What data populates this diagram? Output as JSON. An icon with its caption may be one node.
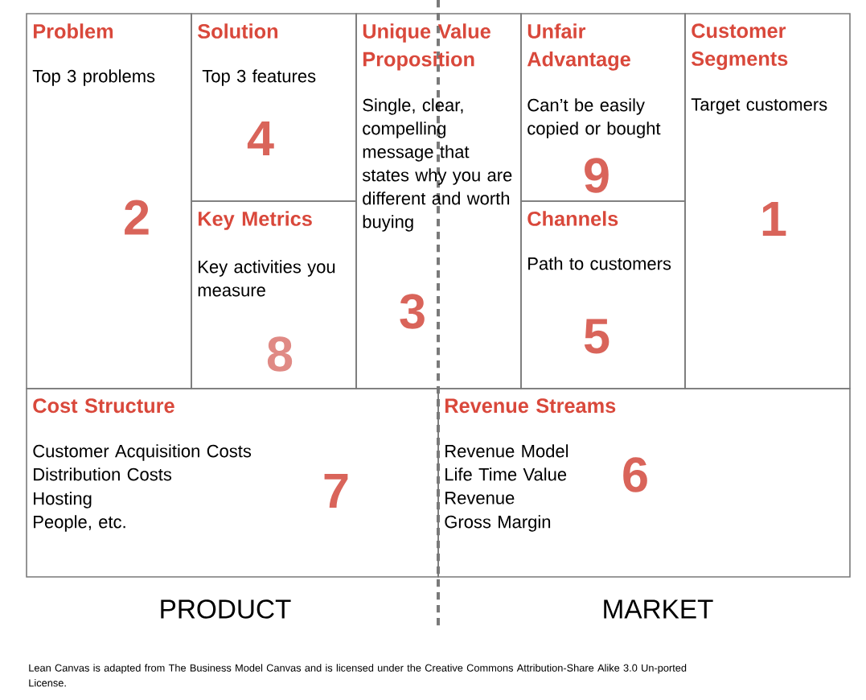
{
  "diagram": {
    "caption": "Lean Canvas is adapted from The Business Model Canvas and is licensed under the Creative Commons Attribution-Share Alike 3.0 Un-ported License.",
    "nodes": [
      {
        "text": [
          "Problem",
          "Top 3 problems",
          "2"
        ]
      },
      {
        "text": [
          "Solution",
          "Top 3 features",
          "4"
        ]
      },
      {
        "text": [
          "Key Metrics",
          "Key activities you measure",
          "8"
        ]
      },
      {
        "text": [
          "Unique Value Proposition",
          "Single, clear, compelling message that states why you are different and worth buying",
          "3"
        ]
      },
      {
        "text": [
          "Unfair Advantage",
          "Can’t be easily copied or bought",
          "9"
        ]
      },
      {
        "text": [
          "Channels",
          "Path to customers",
          "5"
        ]
      },
      {
        "text": [
          "Customer Segments",
          "Target customers",
          "1"
        ]
      },
      {
        "text": [
          "Cost Structure",
          "Customer Acquisition Costs",
          "Distribution Costs",
          "Hosting",
          "People, etc.",
          "7"
        ]
      },
      {
        "text": [
          "Revenue Streams",
          "Revenue Model",
          "Life Time Value",
          "Revenue",
          "Gross Margin",
          "6"
        ]
      }
    ],
    "labels": [
      "PRODUCT",
      "MARKET"
    ]
  }
}
